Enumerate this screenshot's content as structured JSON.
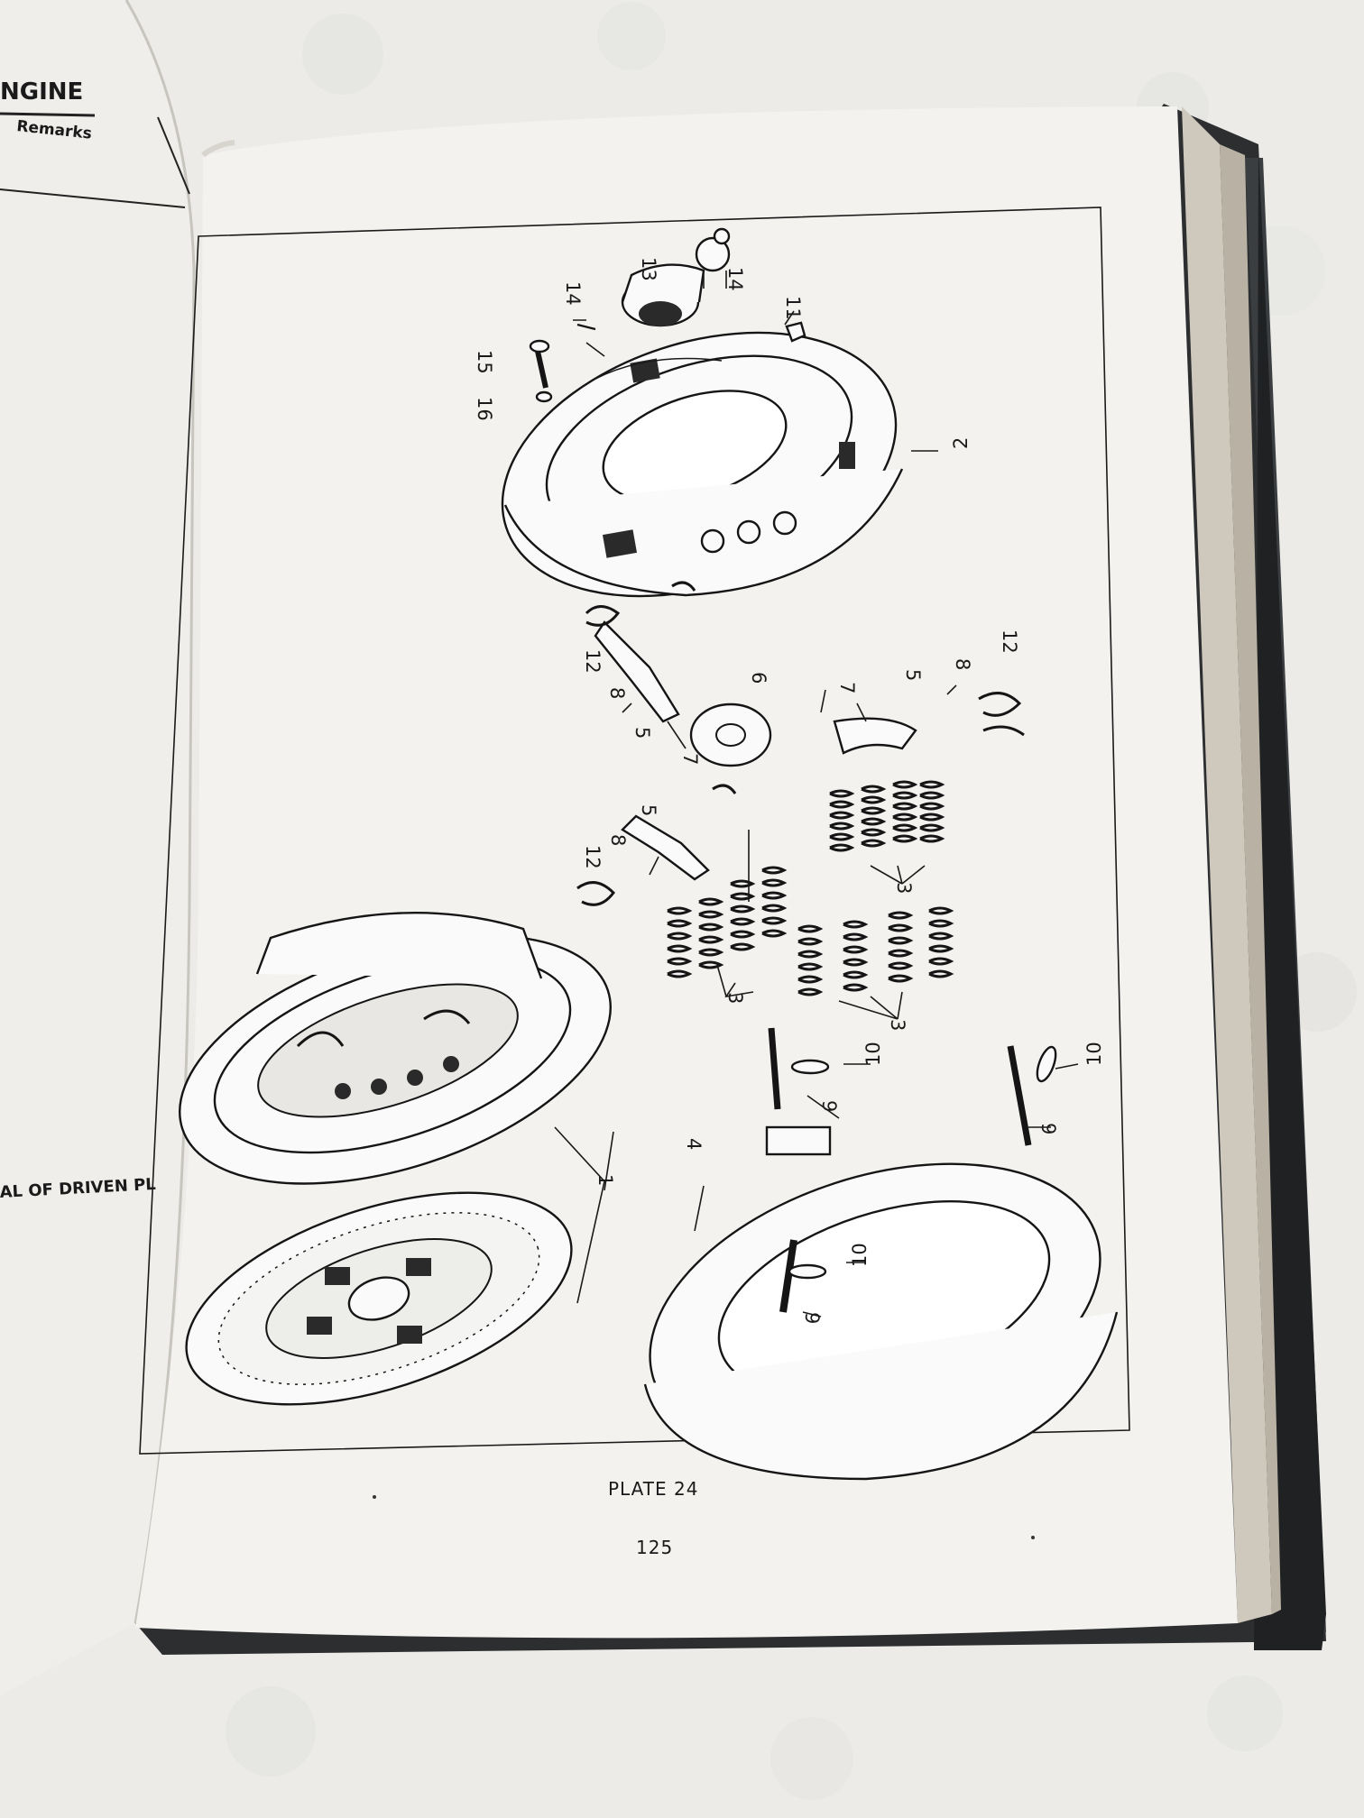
{
  "left_page": {
    "header": "NGINE",
    "column_header": "Remarks",
    "cut_text": "AL  OF  DRIVEN  PL"
  },
  "plate": {
    "caption": "PLATE 24",
    "page_number": "125"
  },
  "callouts": [
    "1",
    "2",
    "3",
    "4",
    "5",
    "6",
    "7",
    "8",
    "9",
    "10",
    "11",
    "12",
    "13",
    "14",
    "15",
    "16"
  ],
  "colors": {
    "paper": "#f3f2ef",
    "ink": "#1a1a1a",
    "binding": "#2c2e30",
    "background": "#ecebe8"
  }
}
